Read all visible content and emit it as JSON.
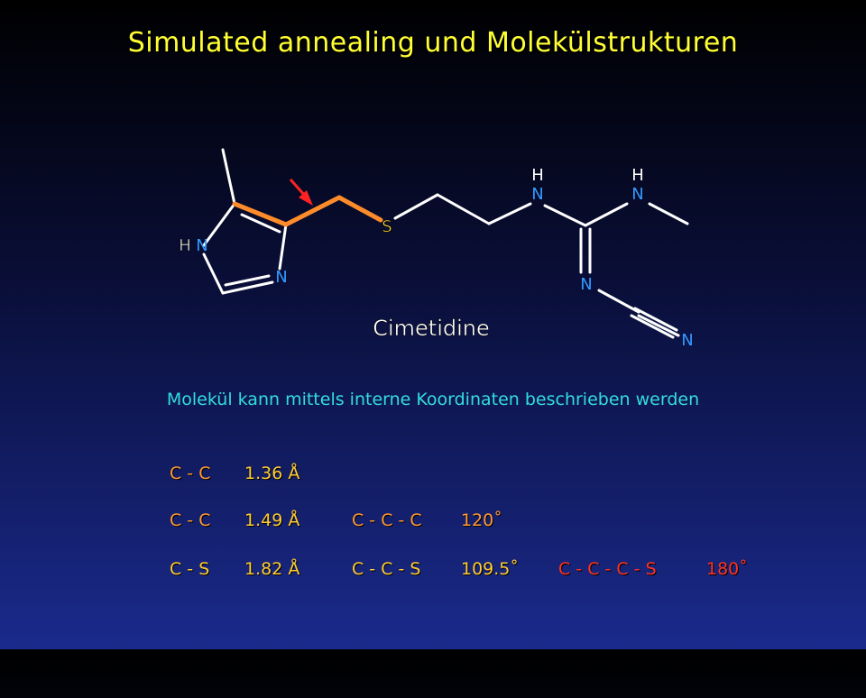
{
  "title": "Simulated annealing und Molekülstrukturen",
  "molecule": {
    "name": "Cimetidine",
    "atoms": {
      "hn_h": "H",
      "hn_n": "N",
      "ring_n": "N",
      "s": "S",
      "nh1_h": "H",
      "nh1_n": "N",
      "nh2_h": "H",
      "nh2_n": "N",
      "imine_n": "N",
      "nitrile_n": "N"
    }
  },
  "subtitle": "Molekül kann mittels interne Koordinaten beschrieben werden",
  "rows": [
    {
      "bond": "C - C",
      "length": "1.36 Å",
      "angle": "",
      "angle_value": "",
      "dihedral": "",
      "dihedral_value": ""
    },
    {
      "bond": "C - C",
      "length": "1.49 Å",
      "angle": "C - C - C",
      "angle_value": "120˚",
      "dihedral": "",
      "dihedral_value": ""
    },
    {
      "bond": "C - S",
      "length": "1.82 Å",
      "angle": "C - C - S",
      "angle_value": "109.5˚",
      "dihedral": "C - C - C - S",
      "dihedral_value": "180˚"
    }
  ],
  "colors": {
    "title": "#ffff33",
    "bond_white": "#ffffff",
    "bond_highlight": "#ff8c2a",
    "arrow": "#ff2222",
    "atom_n": "#3399ff",
    "atom_s": "#ffdd33",
    "subtitle": "#33dddd",
    "row_text": "#ff9933",
    "dihedral_text": "#ff3322"
  }
}
